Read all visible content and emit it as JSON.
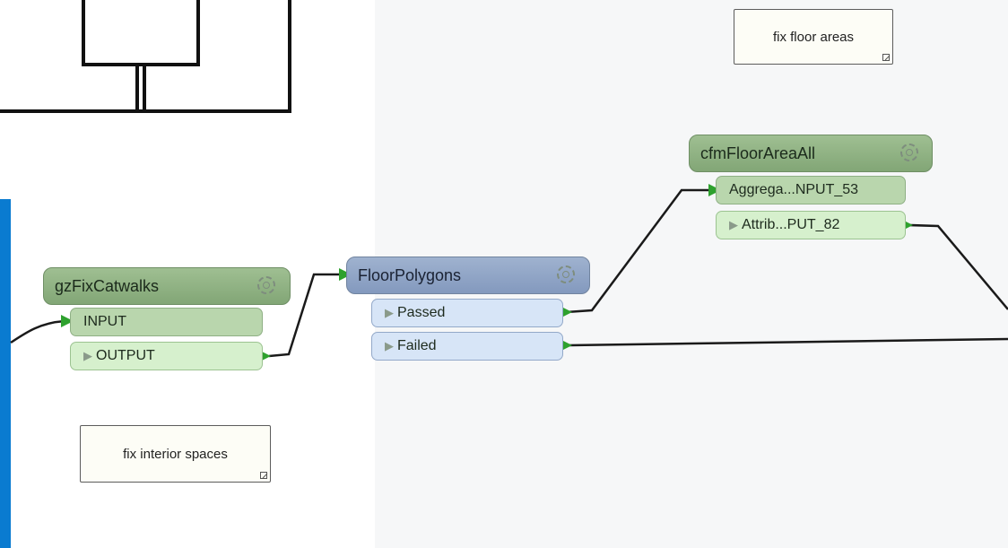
{
  "transformers": {
    "gz": {
      "name": "gzFixCatwalks",
      "ports": [
        "INPUT",
        "OUTPUT"
      ]
    },
    "floor": {
      "name": "FloorPolygons",
      "ports": [
        "Passed",
        "Failed"
      ]
    },
    "cfm": {
      "name": "cfmFloorAreaAll",
      "ports": [
        "Aggrega...NPUT_53",
        "Attrib...PUT_82"
      ]
    }
  },
  "bookmarks": {
    "floor_areas": "fix floor areas",
    "interior_spaces": "fix interior spaces"
  },
  "colors": {
    "wire": "#1a1a1a",
    "port_arrow": "#2ea12e",
    "accent_bar": "#0a7bd0"
  }
}
